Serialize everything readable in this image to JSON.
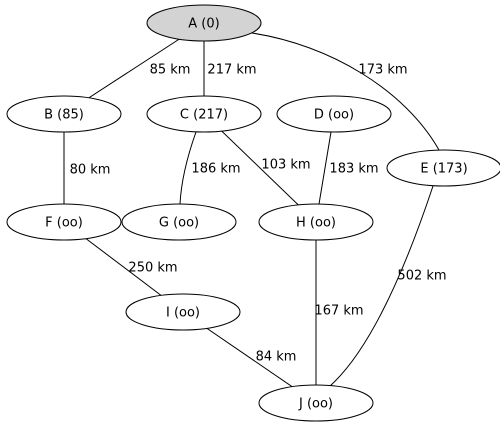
{
  "colors": {
    "start_node_fill": "#d3d3d3",
    "node_fill": "#ffffff",
    "stroke": "#000000"
  },
  "graph": {
    "nodes": [
      {
        "id": "A",
        "label": "A (0)",
        "highlight": true
      },
      {
        "id": "B",
        "label": "B (85)"
      },
      {
        "id": "C",
        "label": "C (217)"
      },
      {
        "id": "D",
        "label": "D (oo)"
      },
      {
        "id": "E",
        "label": "E (173)"
      },
      {
        "id": "F",
        "label": "F (oo)"
      },
      {
        "id": "G",
        "label": "G (oo)"
      },
      {
        "id": "H",
        "label": "H (oo)"
      },
      {
        "id": "I",
        "label": "I (oo)"
      },
      {
        "id": "J",
        "label": "J (oo)"
      }
    ],
    "edges": [
      {
        "from": "A",
        "to": "B",
        "label": "85 km"
      },
      {
        "from": "A",
        "to": "C",
        "label": "217 km"
      },
      {
        "from": "A",
        "to": "E",
        "label": "173 km"
      },
      {
        "from": "B",
        "to": "F",
        "label": "80 km"
      },
      {
        "from": "C",
        "to": "G",
        "label": "186 km"
      },
      {
        "from": "C",
        "to": "H",
        "label": "103 km"
      },
      {
        "from": "D",
        "to": "H",
        "label": "183 km"
      },
      {
        "from": "F",
        "to": "I",
        "label": "250 km"
      },
      {
        "from": "H",
        "to": "J",
        "label": "167 km"
      },
      {
        "from": "E",
        "to": "J",
        "label": "502 km"
      },
      {
        "from": "I",
        "to": "J",
        "label": "84 km"
      }
    ]
  }
}
